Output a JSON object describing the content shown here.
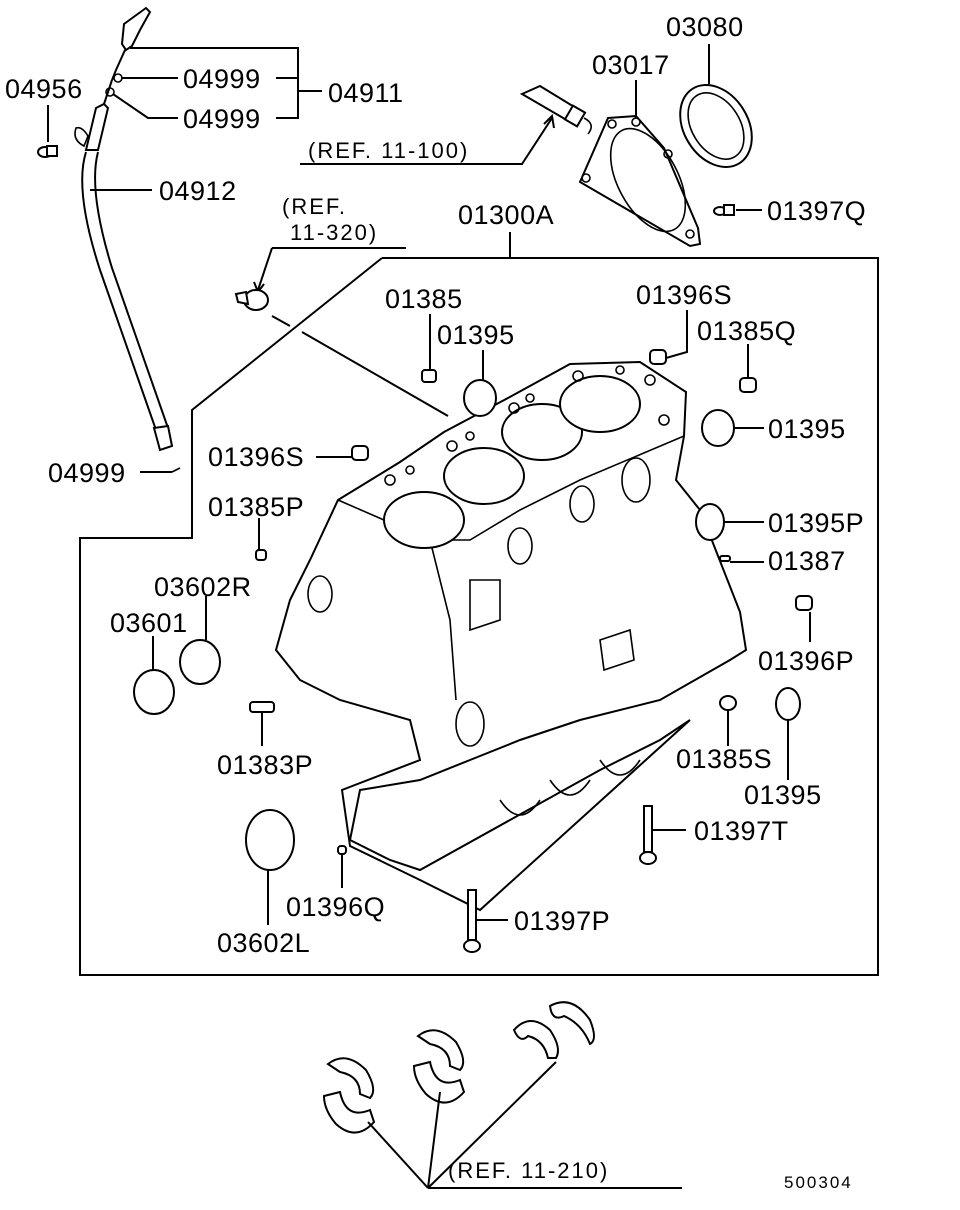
{
  "diagram": {
    "title": "Cylinder block parts diagram",
    "figure_code": "500304",
    "line_color": "#000000",
    "background": "#ffffff",
    "parts": {
      "p04956": "04956",
      "p04999_a": "04999",
      "p04999_b": "04999",
      "p04911": "04911",
      "p04912": "04912",
      "p04999_c": "04999",
      "p03080": "03080",
      "p03017": "03017",
      "p01397Q": "01397Q",
      "p01300A": "01300A",
      "p01385": "01385",
      "p01395_a": "01395",
      "p01396S_a": "01396S",
      "p01385Q": "01385Q",
      "p01395_b": "01395",
      "p01396S_b": "01396S",
      "p01385P": "01385P",
      "p01395P": "01395P",
      "p01387": "01387",
      "p03602R": "03602R",
      "p03601": "03601",
      "p01396P": "01396P",
      "p01383P": "01383P",
      "p01385S": "01385S",
      "p01395_c": "01395",
      "p01397T": "01397T",
      "p01396Q": "01396Q",
      "p03602L": "03602L",
      "p01397P": "01397P"
    },
    "references": {
      "ref_11_100": "(REF. 11-100)",
      "ref_11_320_line1": "(REF.",
      "ref_11_320_line2": "11-320)",
      "ref_11_210": "(REF. 11-210)"
    }
  }
}
